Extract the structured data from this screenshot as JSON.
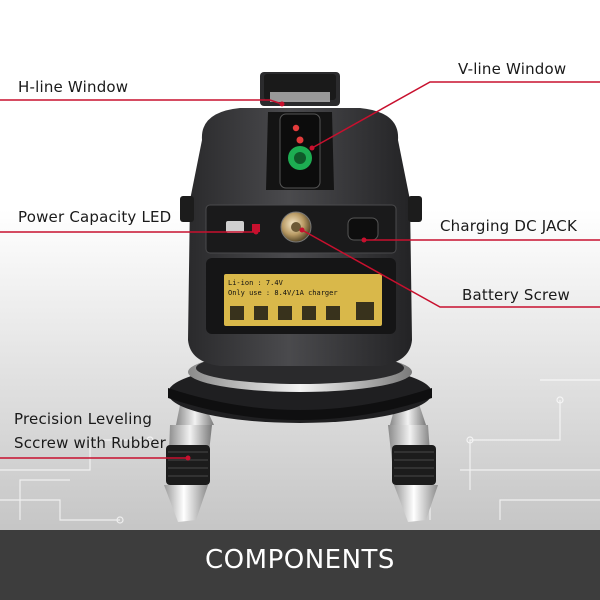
{
  "callouts": {
    "h_line_window": "H-line Window",
    "v_line_window": "V-line Window",
    "power_capacity_led": "Power Capacity LED",
    "charging_dc_jack": "Charging DC JACK",
    "battery_screw": "Battery Screw",
    "precision_leveling_line1": "Precision Leveling",
    "precision_leveling_line2": "Sccrew with Rubber"
  },
  "battery": {
    "line1": "Li-ion : 7.4V",
    "line2": "Only use : 8.4V/1A charger"
  },
  "footer": {
    "title": "COMPONENTS"
  },
  "colors": {
    "leader_line": "#c8102e",
    "footer_band": "#3d3d3d",
    "device_body": "#3a3a3c",
    "battery_pack": "#d9b84a",
    "laser_green": "#1fbf5a",
    "laser_red": "#e23b3b"
  }
}
